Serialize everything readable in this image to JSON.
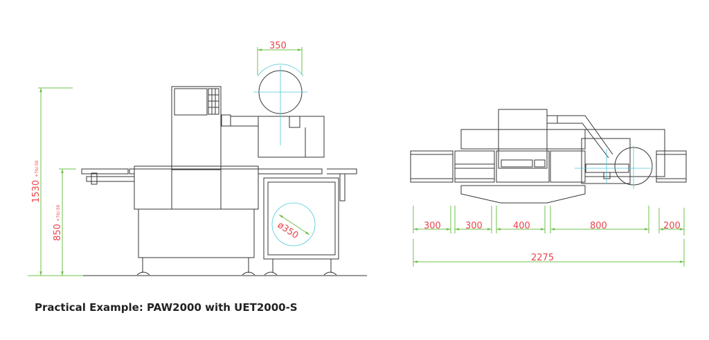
{
  "side_view": {
    "dim_roll_width": "350",
    "dim_total_height": "1530",
    "dim_total_height_tol": "+70/-50",
    "dim_table_height": "850",
    "dim_table_height_tol": "+70/-50",
    "dim_roll_diameter": "ø350"
  },
  "top_view": {
    "segments": [
      "300",
      "300",
      "400",
      "800",
      "200"
    ],
    "total_length": "2275"
  },
  "caption": "Practical Example: PAW2000 with UET2000-S",
  "colors": {
    "dimension_line": "#6cc04a",
    "dimension_text": "#e8434b",
    "centerline": "#4cc8d8"
  }
}
